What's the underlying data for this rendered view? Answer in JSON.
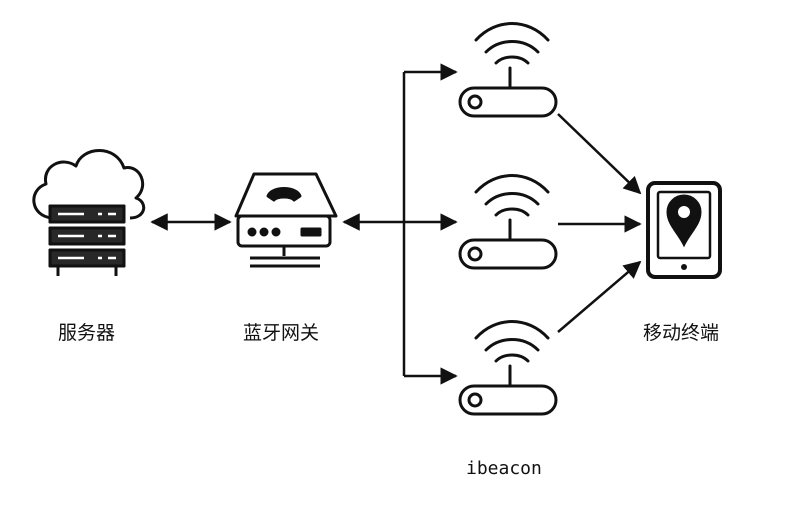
{
  "nodes": {
    "server": {
      "label": "服务器",
      "icon": "cloud-server-icon"
    },
    "gateway": {
      "label": "蓝牙网关",
      "icon": "gateway-phone-icon"
    },
    "beacons": {
      "label": "ibeacon",
      "icon": "router-signal-icon",
      "count": 3
    },
    "mobile": {
      "label": "移动终端",
      "icon": "phone-location-icon"
    }
  },
  "edges": [
    {
      "from": "server",
      "to": "gateway",
      "direction": "both"
    },
    {
      "from": "gateway",
      "to": "beacons",
      "direction": "both"
    },
    {
      "from": "beacons",
      "to": "mobile",
      "direction": "forward"
    }
  ],
  "colors": {
    "stroke": "#111111",
    "background": "#ffffff"
  }
}
